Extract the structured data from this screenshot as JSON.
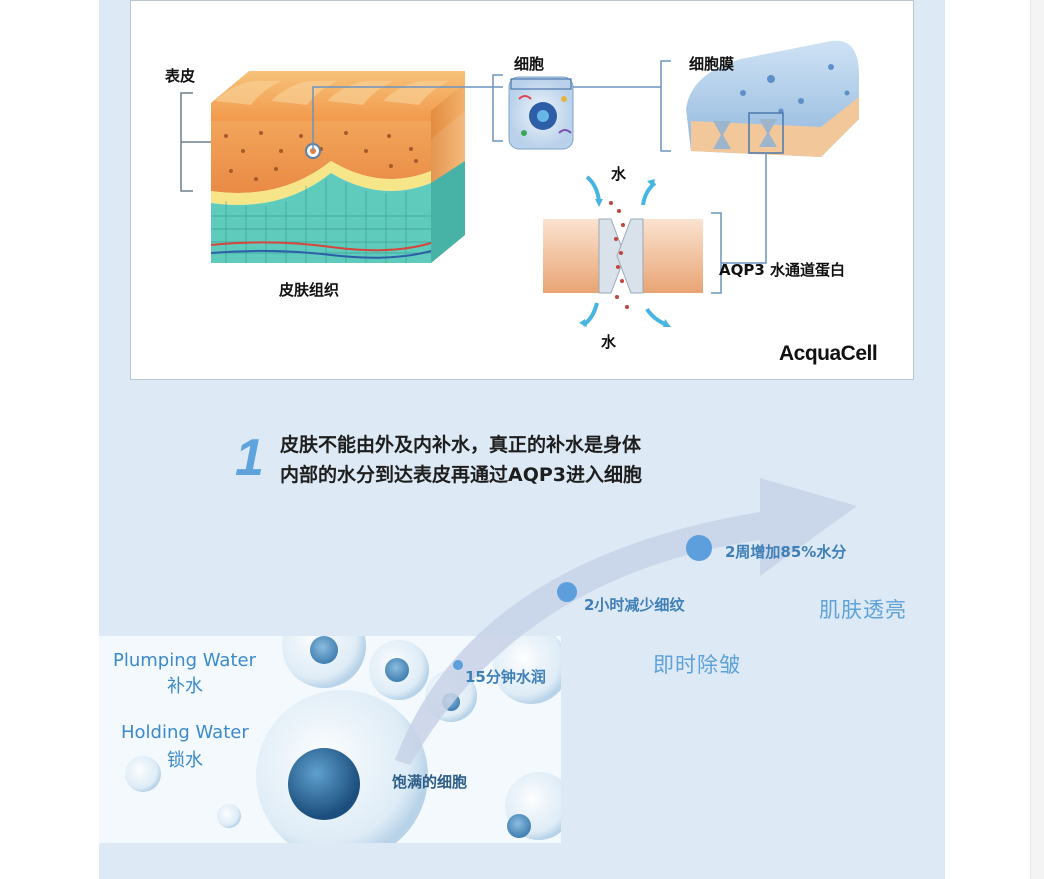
{
  "diagram": {
    "labels": {
      "epidermis": "表皮",
      "skin_tissue": "皮肤组织",
      "cell": "细胞",
      "cell_membrane": "细胞膜",
      "water_top": "水",
      "water_bottom": "水",
      "aqp3": "AQP3 水通道蛋白"
    },
    "brand": "AcquaCell"
  },
  "step": {
    "number": "1",
    "line1": "皮肤不能由外及内补水，真正的补水是身体",
    "line2": "内部的水分到达表皮再通过AQP3进入细胞"
  },
  "progress": {
    "stages": [
      {
        "label": "饱满的细胞"
      },
      {
        "label": "15分钟水润"
      },
      {
        "label": "2小时减少细纹"
      },
      {
        "label": "2周增加85%水分"
      }
    ],
    "results": [
      "即时除皱",
      "肌肤透亮"
    ]
  },
  "cells_panel": {
    "plumping_en": "Plumping Water",
    "plumping_cn": "补水",
    "holding_en": "Holding Water",
    "holding_cn": "锁水"
  },
  "colors": {
    "panel_bg": "#dde9f5",
    "accent_blue": "#5fa3dc",
    "stage_text": "#3f7fb7",
    "skin_orange": "#f0a050",
    "tissue_teal": "#58c7b8"
  }
}
